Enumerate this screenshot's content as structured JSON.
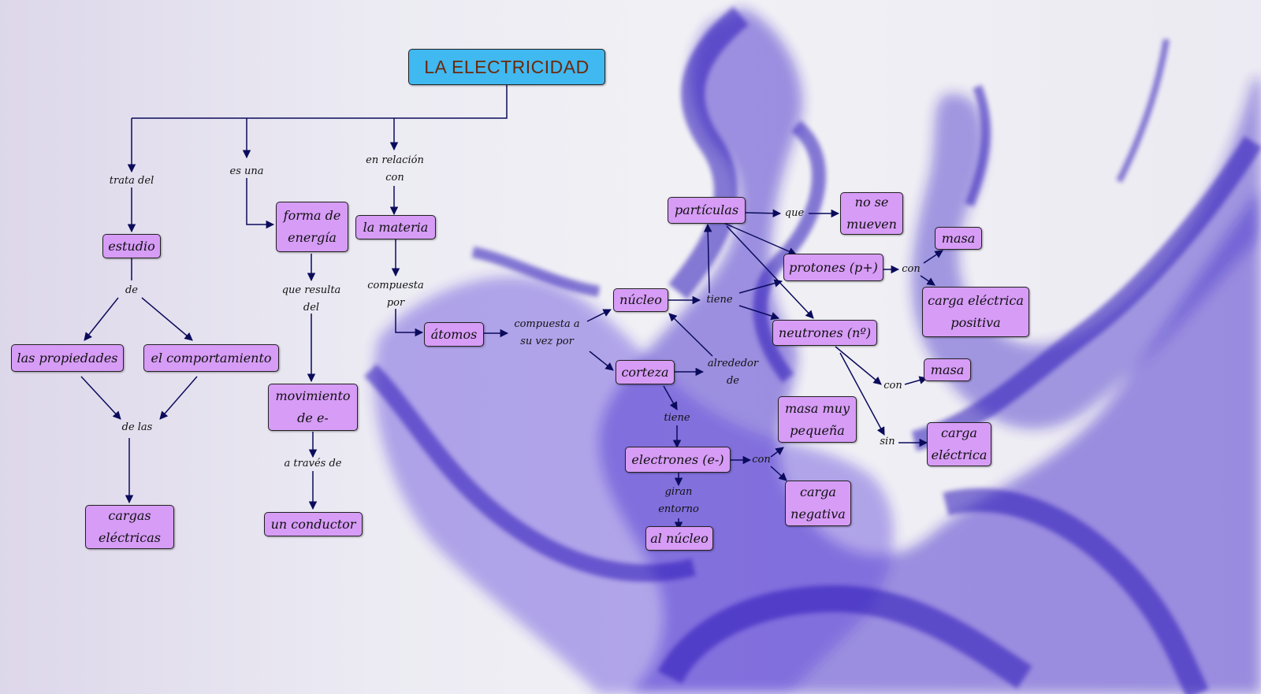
{
  "title": "LA ELECTRICIDAD",
  "colors": {
    "node_fill": "#d69cf6",
    "root_fill": "#40b8f0",
    "root_text": "#6b2a0a",
    "edge": "#0b0b5c",
    "ink": "#3a22c8"
  },
  "nodes": {
    "estudio": "estudio",
    "forma_energia_1": "forma de",
    "forma_energia_2": "energía",
    "materia": "la materia",
    "propiedades": "las propiedades",
    "comportamiento": "el comportamiento",
    "cargas_1": "cargas",
    "cargas_2": "eléctricas",
    "movimiento_1": "movimiento",
    "movimiento_2": "de e-",
    "conductor": "un conductor",
    "atomos": "átomos",
    "nucleo": "núcleo",
    "corteza": "corteza",
    "particulas": "partículas",
    "no_mueven_1": "no se",
    "no_mueven_2": "mueven",
    "protones": "protones (p+)",
    "masa_protones": "masa",
    "carga_positiva_1": "carga eléctrica",
    "carga_positiva_2": "positiva",
    "neutrones": "neutrones (nº)",
    "masa_neutrones": "masa",
    "masa_pequena_1": "masa muy",
    "masa_pequena_2": "pequeña",
    "carga_electrica_1": "carga",
    "carga_electrica_2": "eléctrica",
    "electrones": "electrones (e-)",
    "carga_negativa_1": "carga",
    "carga_negativa_2": "negativa",
    "al_nucleo": "al núcleo"
  },
  "links": {
    "trata_del": "trata del",
    "es_una": "es una",
    "en_relacion_1": "en relación",
    "en_relacion_2": "con",
    "de": "de",
    "de_las": "de las",
    "que_resulta_1": "que resulta",
    "que_resulta_2": "del",
    "a_traves_de": "a través de",
    "compuesta_por_1": "compuesta",
    "compuesta_por_2": "por",
    "compuesta_a_1": "compuesta a",
    "compuesta_a_2": "su vez por",
    "tiene_nucleo": "tiene",
    "alrededor_1": "alrededor",
    "alrededor_2": "de",
    "que": "que",
    "con_protones": "con",
    "con_neutrones": "con",
    "sin": "sin",
    "tiene_corteza": "tiene",
    "con_electrones": "con",
    "giran_1": "giran",
    "giran_2": "entorno"
  }
}
